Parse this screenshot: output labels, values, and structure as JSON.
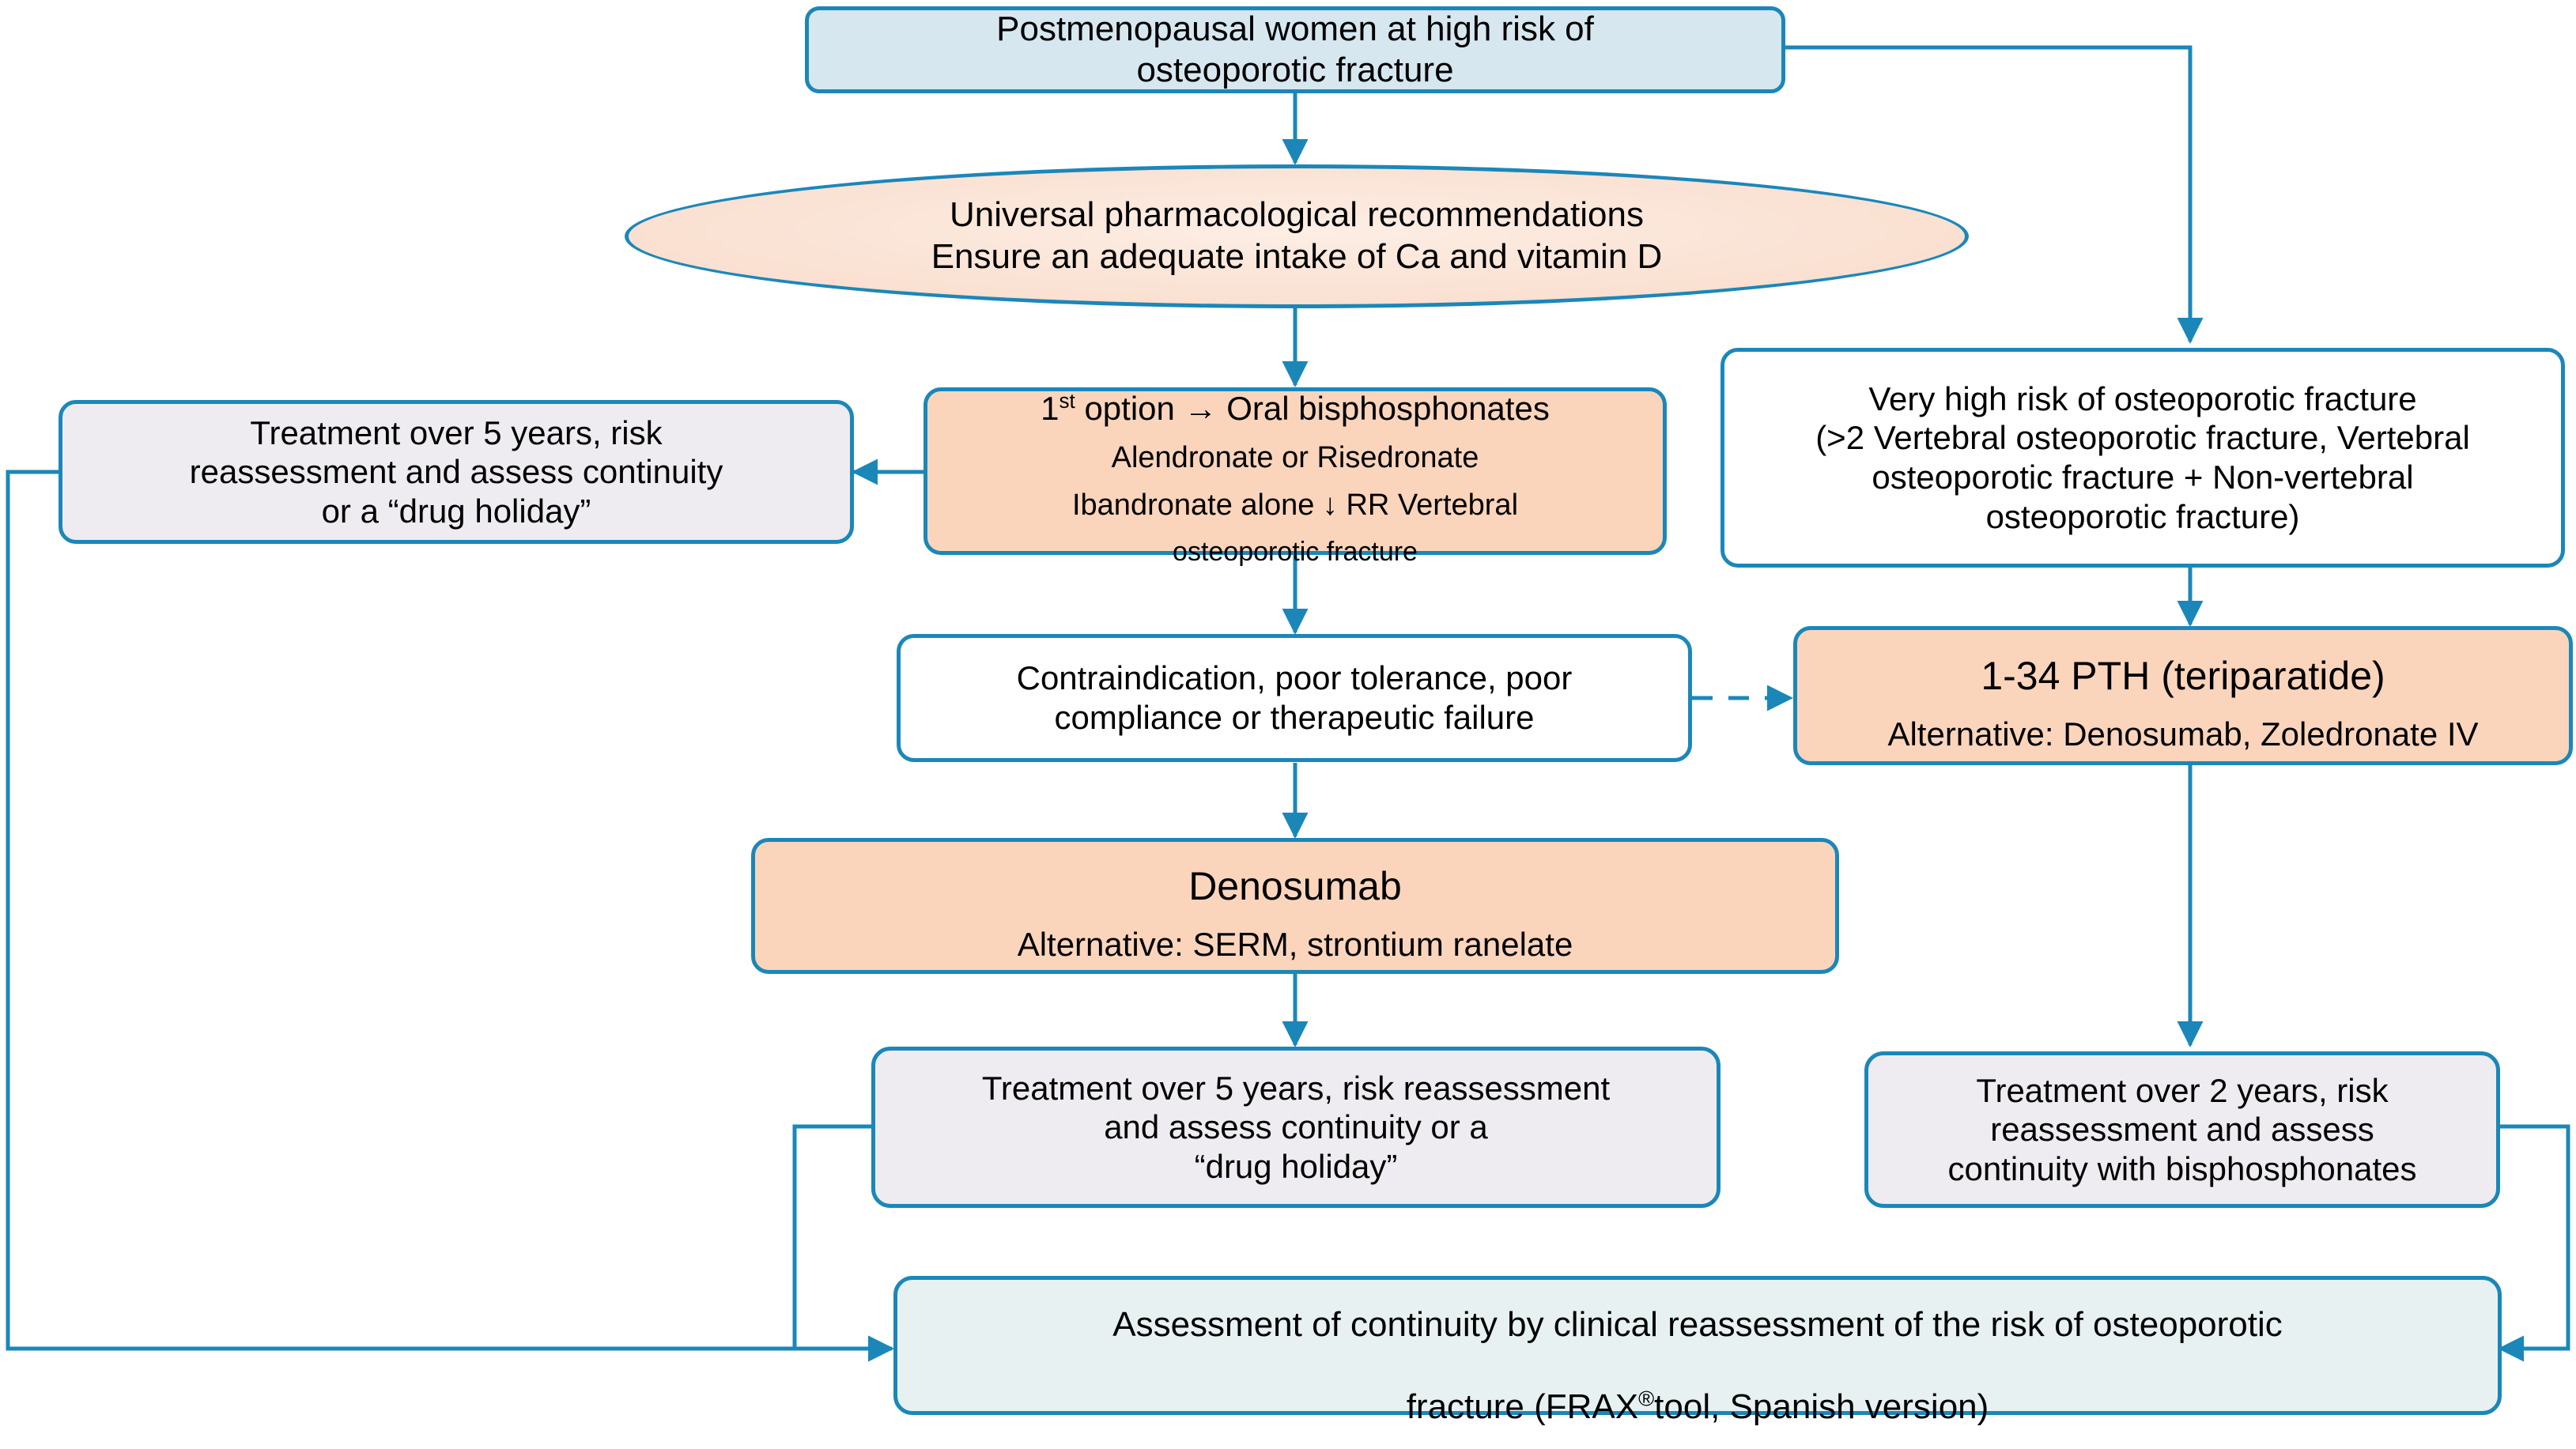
{
  "diagram": {
    "title": "Pharmacological treatment algorithm for postmenopausal women at high risk of osteoporotic fracture",
    "colors": {
      "stroke": "#1b87b9",
      "fill_blue": "#d7e7ef",
      "fill_white": "#ffffff",
      "fill_orange": "#fad5bc",
      "fill_gray": "#eeecf0",
      "fill_teal": "#e7f1f2",
      "text": "#000000"
    }
  },
  "nodes": {
    "start": {
      "label": "Postmenopausal women at high risk of\nosteoporotic fracture",
      "shape": "rounded-rect",
      "fill": "#d7e7ef"
    },
    "universal": {
      "label": "Universal pharmacological recommendations\nEnsure an adequate intake of Ca and vitamin D",
      "shape": "ellipse",
      "fill": "#fae2d4"
    },
    "first_option": {
      "line1_prefix": "1",
      "line1_sup": "st",
      "line1_rest": " option → Oral bisphosphonates",
      "line2": "Alendronate or Risedronate",
      "line3": "Ibandronate alone ↓ RR Vertebral",
      "line4": "osteoporotic fracture",
      "shape": "rounded-rect",
      "fill": "#fad5bc"
    },
    "treat5_left": {
      "label": "Treatment over 5 years, risk\nreassessment and assess continuity\nor a “drug holiday”",
      "shape": "rounded-rect",
      "fill": "#eeecf0"
    },
    "very_high_risk": {
      "label": "Very high risk of osteoporotic fracture\n(>2 Vertebral osteoporotic fracture, Vertebral\nosteoporotic fracture + Non-vertebral\nosteoporotic fracture)",
      "shape": "rounded-rect",
      "fill": "#ffffff"
    },
    "contraindication": {
      "label": "Contraindication, poor tolerance, poor\ncompliance or therapeutic failure",
      "shape": "rounded-rect",
      "fill": "#ffffff"
    },
    "pth": {
      "title": "1-34 PTH (teriparatide)",
      "subtitle": "Alternative: Denosumab, Zoledronate IV",
      "shape": "rounded-rect",
      "fill": "#fad5bc"
    },
    "denosumab": {
      "title": "Denosumab",
      "subtitle": "Alternative: SERM, strontium ranelate",
      "shape": "rounded-rect",
      "fill": "#fad5bc"
    },
    "treat5_mid": {
      "label": "Treatment over 5 years, risk reassessment\nand assess continuity or a\n“drug holiday”",
      "shape": "rounded-rect",
      "fill": "#eeecf0"
    },
    "treat2_right": {
      "label": "Treatment over 2 years, risk\nreassessment and assess\ncontinuity with bisphosphonates",
      "shape": "rounded-rect",
      "fill": "#eeecf0"
    },
    "assessment": {
      "line1": "Assessment of continuity by clinical reassessment of the risk of osteoporotic",
      "line2_a": "fracture (FRAX",
      "line2_sup": "®",
      "line2_b": "tool, Spanish version)",
      "shape": "rounded-rect",
      "fill": "#e7f1f2"
    }
  },
  "edges": [
    {
      "name": "start-to-universal",
      "from": "start",
      "to": "universal",
      "style": "solid",
      "arrow": "down"
    },
    {
      "name": "start-to-very-high-risk",
      "from": "start",
      "to": "very_high_risk",
      "style": "solid",
      "arrow": "down"
    },
    {
      "name": "universal-to-first-option",
      "from": "universal",
      "to": "first_option",
      "style": "solid",
      "arrow": "down"
    },
    {
      "name": "first-option-to-treat5-left",
      "from": "first_option",
      "to": "treat5_left",
      "style": "solid",
      "arrow": "left"
    },
    {
      "name": "first-option-to-contraindication",
      "from": "first_option",
      "to": "contraindication",
      "style": "solid",
      "arrow": "down"
    },
    {
      "name": "contraindication-to-pth",
      "from": "contraindication",
      "to": "pth",
      "style": "dashed",
      "arrow": "right"
    },
    {
      "name": "contraindication-to-denosumab",
      "from": "contraindication",
      "to": "denosumab",
      "style": "solid",
      "arrow": "down"
    },
    {
      "name": "very-high-risk-to-pth",
      "from": "very_high_risk",
      "to": "pth",
      "style": "solid",
      "arrow": "down"
    },
    {
      "name": "denosumab-to-treat5-mid",
      "from": "denosumab",
      "to": "treat5_mid",
      "style": "solid",
      "arrow": "down"
    },
    {
      "name": "pth-to-treat2-right",
      "from": "pth",
      "to": "treat2_right",
      "style": "solid",
      "arrow": "down"
    },
    {
      "name": "treat5-left-to-assessment",
      "from": "treat5_left",
      "to": "assessment",
      "style": "solid",
      "arrow": "right"
    },
    {
      "name": "treat5-mid-to-assessment",
      "from": "treat5_mid",
      "to": "assessment",
      "style": "solid",
      "arrow": "right"
    },
    {
      "name": "treat2-right-to-assessment",
      "from": "treat2_right",
      "to": "assessment",
      "style": "solid",
      "arrow": "left"
    }
  ]
}
